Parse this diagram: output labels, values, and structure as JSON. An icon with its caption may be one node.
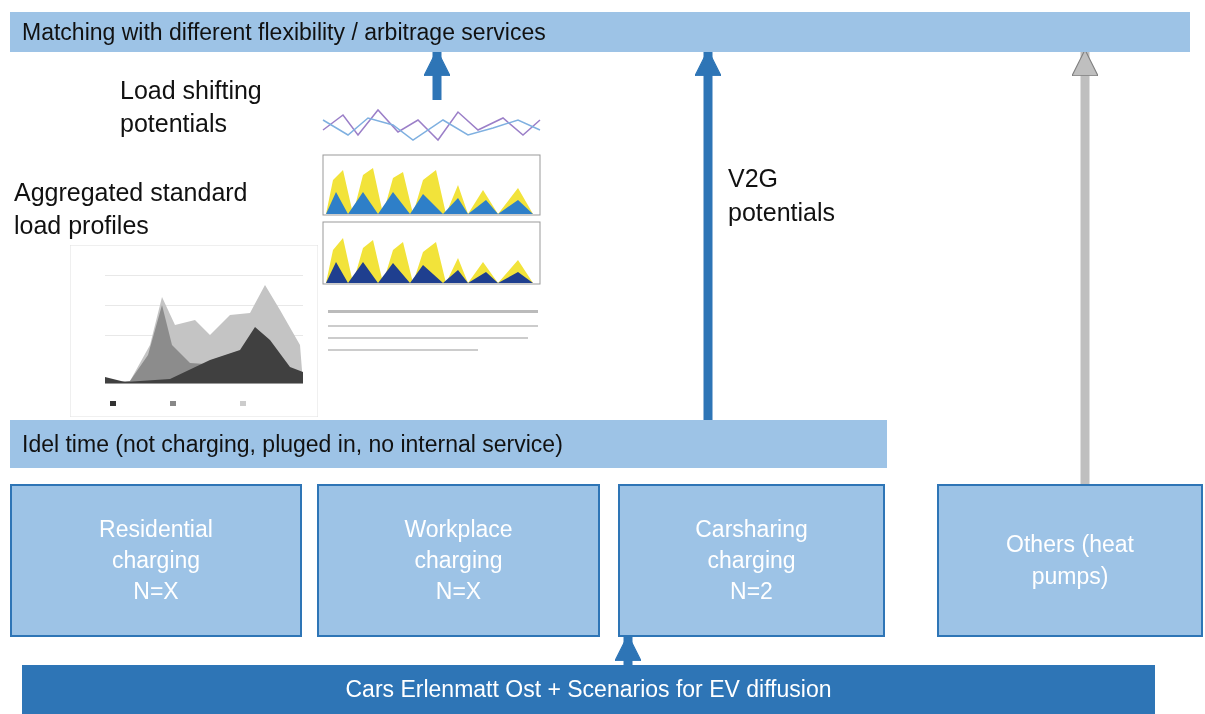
{
  "diagram": {
    "nodes": [
      {
        "text": [
          "Matching with different flexibility / arbitrage services"
        ]
      },
      {
        "text": [],
        "shape": "picture"
      },
      {
        "text": [],
        "shape": "picture"
      },
      {
        "text": [
          "Idel time (not charging, pluged in, no internal service)"
        ]
      },
      {
        "text": [
          "Residential charging",
          "N=X"
        ]
      },
      {
        "text": [
          "Workplace charging",
          "N=X"
        ]
      },
      {
        "text": [
          "Carsharing charging",
          "N=2"
        ]
      },
      {
        "text": [
          "Others (heat pumps)"
        ]
      },
      {
        "text": [
          "Cars Erlenmatt Ost + Scenarios for EV diffusion"
        ]
      }
    ],
    "edges": [
      {
        "from": 1,
        "to": 0,
        "arrow": "to"
      },
      {
        "from": 3,
        "to": 0,
        "arrow": "to",
        "label": "V2G potentials"
      },
      {
        "from": 7,
        "to": 0,
        "arrow": "to",
        "color": "#bfbfbf"
      },
      {
        "from": 8,
        "to": 6,
        "arrow": "to"
      }
    ],
    "labels": [
      "Load shifting potentials",
      "Aggregated standard load profiles"
    ]
  }
}
